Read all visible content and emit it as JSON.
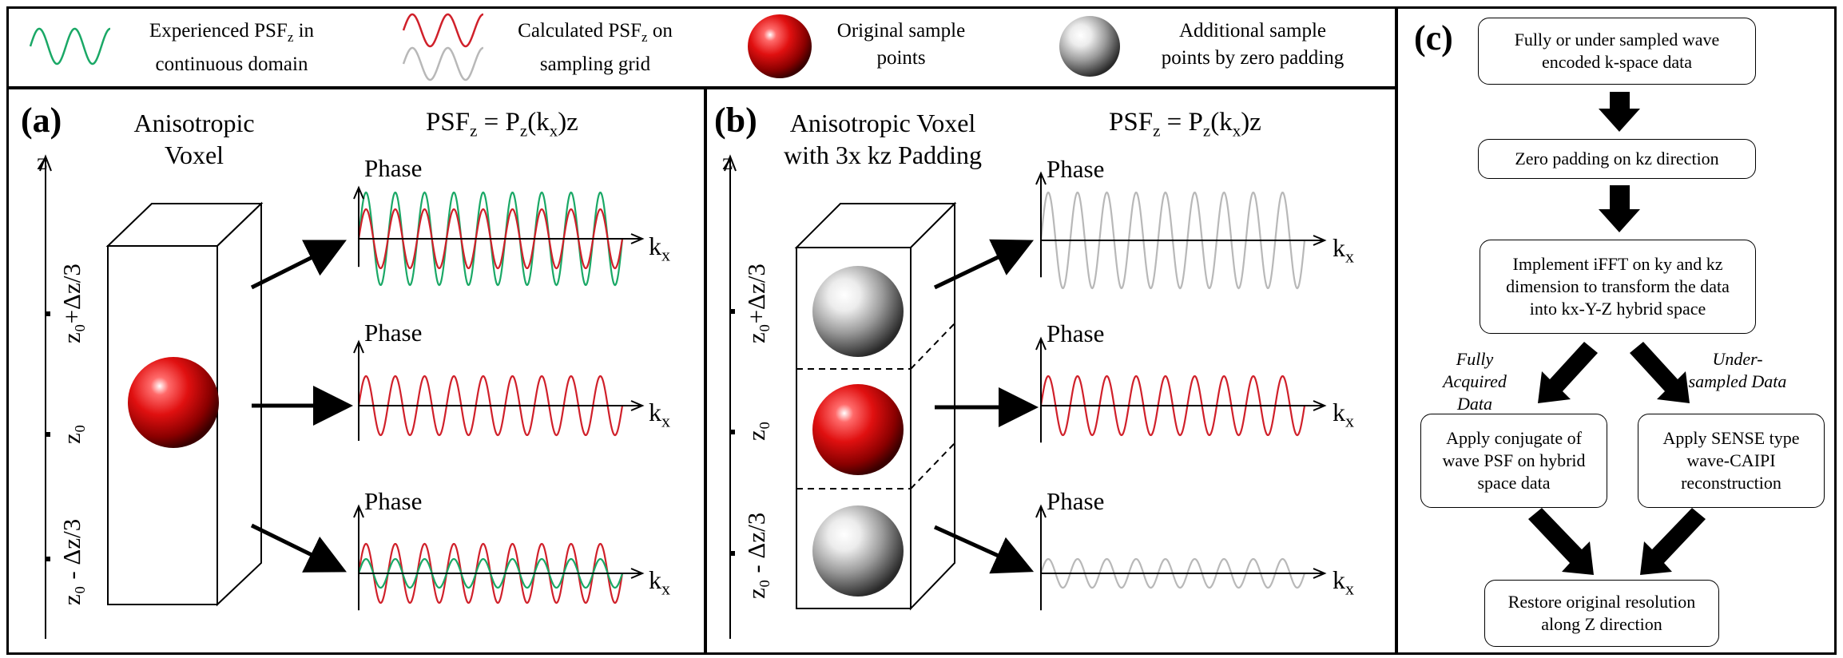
{
  "legend": {
    "experienced": {
      "line1": "Experienced PSF",
      "sub": "z",
      "line1b": " in",
      "line2": "continuous domain"
    },
    "calculated": {
      "line1": "Calculated PSF",
      "sub": "z",
      "line1b": "  on",
      "line2": "sampling grid"
    },
    "original": {
      "line1": "Original sample",
      "line2": "points"
    },
    "additional": {
      "line1": "Additional sample",
      "line2": "points by zero padding"
    }
  },
  "panel_a": {
    "letter": "(a)",
    "title_line1": "Anisotropic",
    "title_line2": "Voxel",
    "eq_lhs": "PSF",
    "eq_sub": "z",
    "eq_mid": " = P",
    "eq_sub2": "z",
    "eq_rhs": "(k",
    "eq_sub3": "x",
    "eq_end": ")z",
    "z_axis": "z",
    "labels": {
      "upper": "z₀+Δz/3",
      "middle": "z₀",
      "lower": "z₀ - Δz/3"
    },
    "phase": "Phase",
    "kx": "k",
    "kx_sub": "x"
  },
  "panel_b": {
    "letter": "(b)",
    "title_line1": "Anisotropic Voxel",
    "title_line2": "with 3x kz Padding",
    "eq_lhs": "PSF",
    "eq_sub": "z",
    "eq_mid": " = P",
    "eq_sub2": "z",
    "eq_rhs": "(k",
    "eq_sub3": "x",
    "eq_end": ")z",
    "z_axis": "z",
    "labels": {
      "upper": "z₀+Δz/3",
      "middle": "z₀",
      "lower": "z₀ - Δz/3"
    },
    "phase": "Phase",
    "kx": "k",
    "kx_sub": "x"
  },
  "panel_c": {
    "letter": "(c)",
    "box1": "Fully or under sampled wave encoded k-space data",
    "box2": "Zero padding on kz direction",
    "box3": "Implement iFFT on ky and kz dimension to transform the data into kx-Y-Z hybrid space",
    "branch_left": "Fully Acquired Data",
    "branch_right": "Under-sampled Data",
    "box4": "Apply conjugate of wave PSF on hybrid space data",
    "box5": "Apply SENSE type wave-CAIPI reconstruction",
    "box6": "Restore original resolution along Z direction"
  },
  "colors": {
    "green": "#1aa866",
    "red": "#d0202a",
    "gray": "#b8b8b8",
    "black": "#000000"
  }
}
